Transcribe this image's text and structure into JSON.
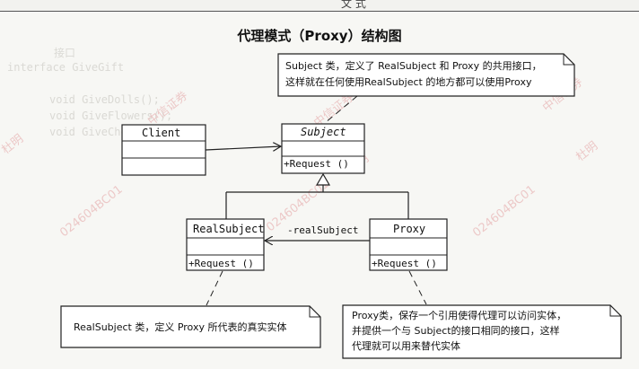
{
  "header": {
    "chapter_text": "文 式"
  },
  "title": "代理模式（Proxy）结构图",
  "classes": {
    "client": {
      "name": "Client"
    },
    "subject": {
      "name": "Subject",
      "method": "+Request ()"
    },
    "real_subject": {
      "name": "RealSubject",
      "method": "+Request ()"
    },
    "proxy": {
      "name": "Proxy",
      "method": "+Request ()"
    }
  },
  "association_label": "-realSubject",
  "notes": {
    "subject_note": [
      "Subject 类，定义了 RealSubject 和 Proxy 的共用接口，",
      "这样就在任何使用RealSubject 的地方都可以使用Proxy"
    ],
    "real_subject_note": [
      "RealSubject 类，定义 Proxy 所代表的真实实体"
    ],
    "proxy_note": [
      "Proxy类，保存一个引用使得代理可以访问实体，",
      "并提供一个与 Subject的接口相同的接口，这样",
      "代理就可以用来替代实体"
    ]
  },
  "watermarks": [
    "中信证券",
    "杜明",
    "024604BC01"
  ],
  "background_code": [
    "接口",
    "interface GiveGift",
    "void GiveDolls();",
    "void GiveFlowers();",
    "void GiveChocolate();"
  ]
}
